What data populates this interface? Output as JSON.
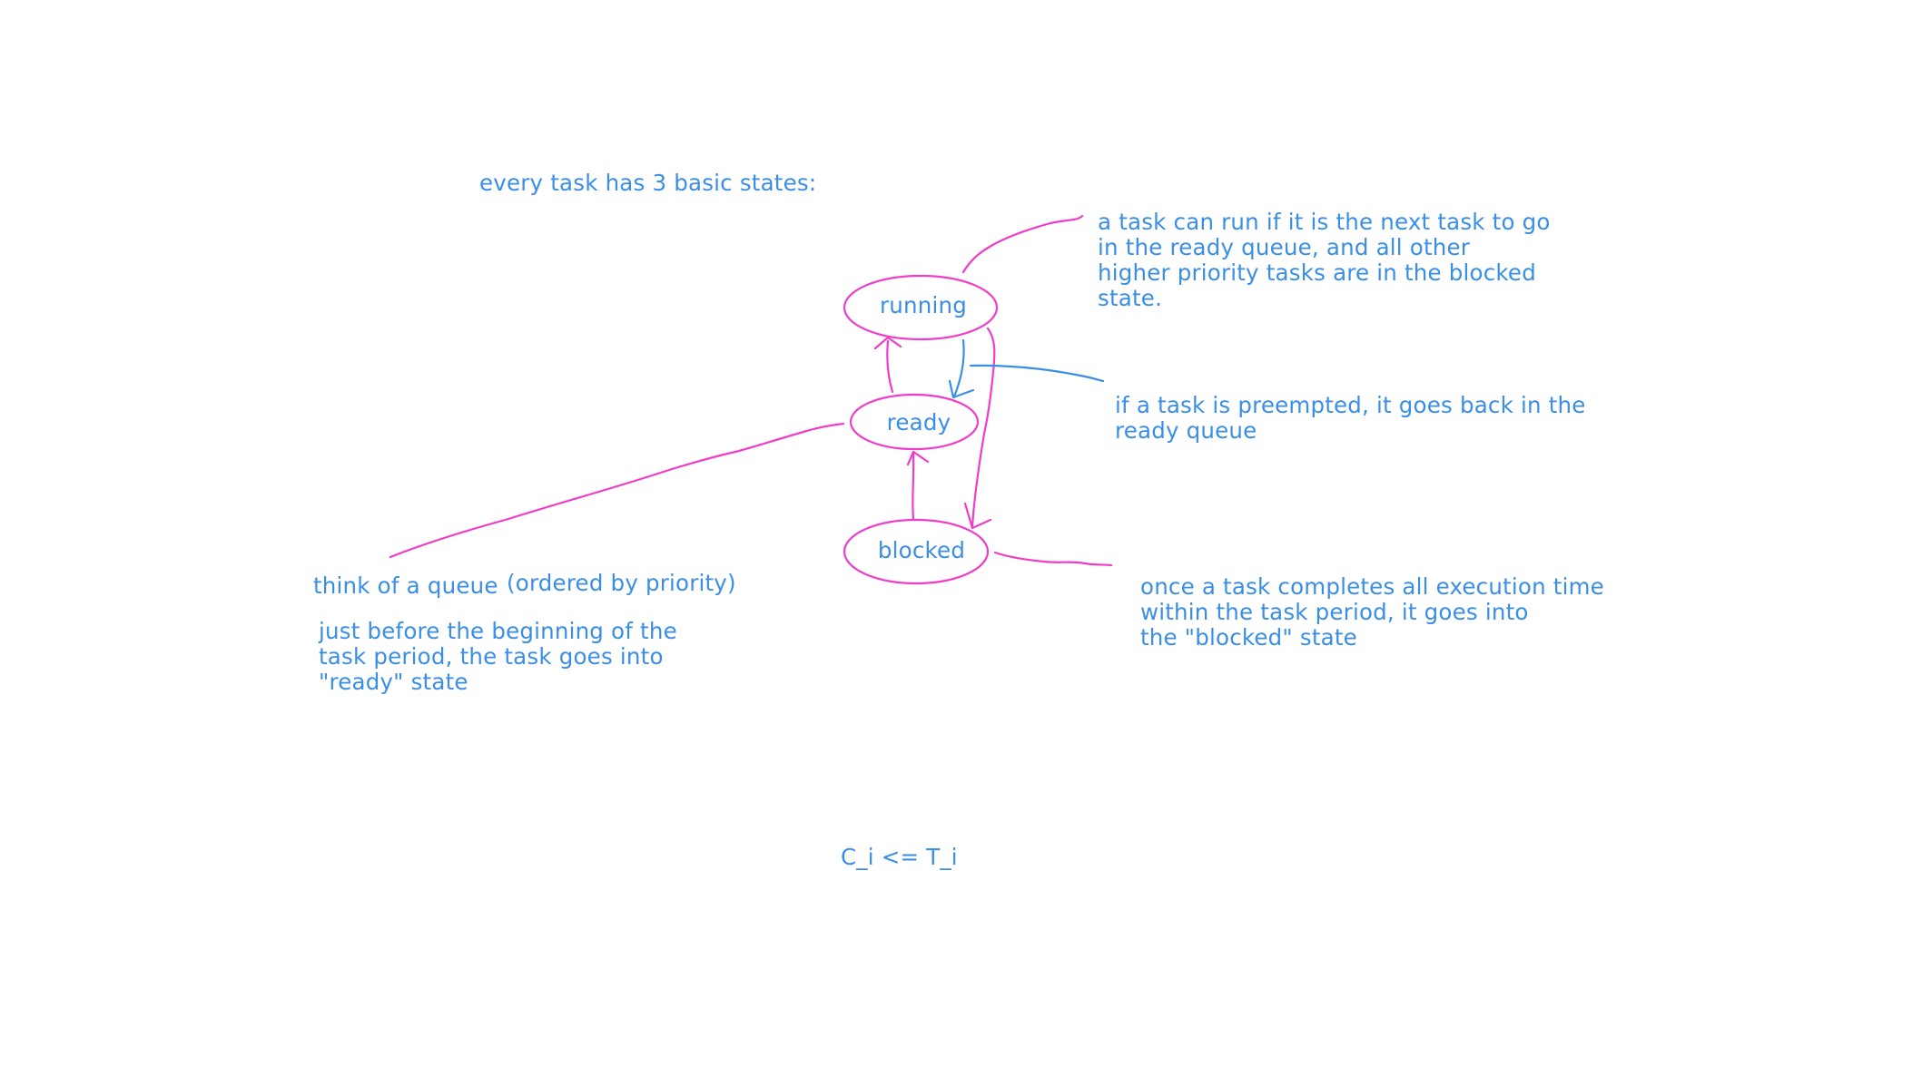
{
  "colors": {
    "text": "#3a8ee6",
    "pen": "#f03cc8",
    "blue_pen": "#3a8ee6",
    "background": "#ffffff"
  },
  "heading": "every task has 3 basic states:",
  "states": {
    "running": "running",
    "ready": "ready",
    "blocked": "blocked"
  },
  "notes": {
    "running_rule": [
      "a task can run if it is the next task to go",
      "in the ready queue, and all other",
      "higher priority tasks are in the blocked",
      "state."
    ],
    "preempted": [
      "if a task is preempted, it goes back in the",
      "ready queue"
    ],
    "completes": [
      "once a task completes all execution time",
      "within the task period, it goes into",
      "the \"blocked\" state"
    ],
    "queue": "think of a queue",
    "queue_order": "(ordered by priority)",
    "period_start": [
      "just before the beginning of the",
      "task period, the task goes into",
      "\"ready\" state"
    ],
    "constraint": "C_i <= T_i"
  }
}
